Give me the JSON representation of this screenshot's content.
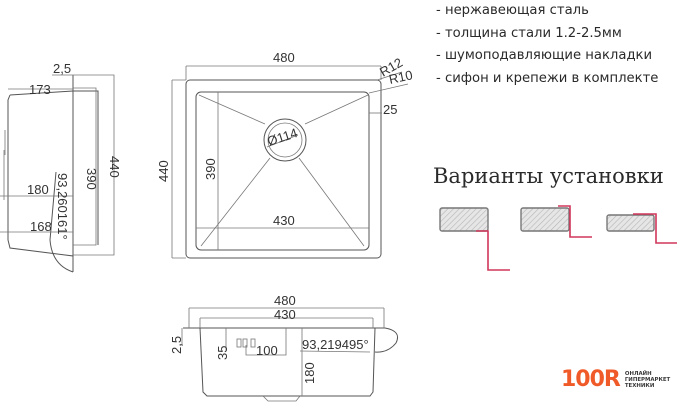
{
  "features": [
    "- нержавеющая сталь",
    "- толщина стали 1.2-2.5мм",
    "- шумоподавляющие накладки",
    "- сифон и крепежи в комплекте"
  ],
  "installation": {
    "title": "Варианты установки",
    "variants": [
      "undermount",
      "flush-mount",
      "overmount"
    ],
    "colors": {
      "bracket": "#d0365a",
      "countertop_fill": "#d8d8d8",
      "countertop_stroke": "#777777"
    }
  },
  "side_view": {
    "dims": {
      "top_offset": "2,5",
      "top_depth": "173",
      "mid_depth": "180",
      "bottom_depth": "168",
      "inner_height": "390",
      "outer_height": "440",
      "angle": "93,260161°"
    }
  },
  "top_view": {
    "dims": {
      "outer_width": "480",
      "outer_height": "440",
      "inner_width": "430",
      "inner_height": "390",
      "corner_outer": "R12",
      "corner_inner": "R10",
      "rim": "25",
      "drain": "Ø114"
    }
  },
  "front_view": {
    "dims": {
      "outer_width": "480",
      "inner_width": "430",
      "rim_thickness": "2,5",
      "overflow_height": "35",
      "overflow_width": "100",
      "depth": "180",
      "angle": "93,219495°"
    }
  },
  "logo": {
    "mark": "100R",
    "subtitle": [
      "ОНЛАЙН",
      "ГИПЕРМАРКЕТ",
      "ТЕХНИКИ"
    ],
    "color": "#f05a28"
  }
}
